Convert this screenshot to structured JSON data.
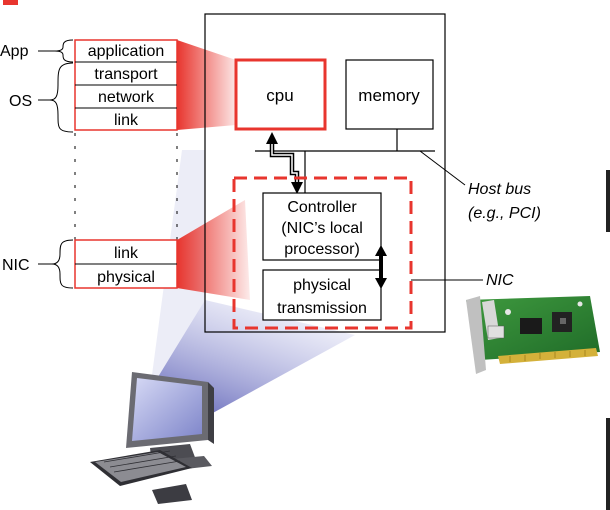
{
  "layers": {
    "app_group": "App",
    "os_group": "OS",
    "nic_group": "NIC",
    "application": "application",
    "transport": "transport",
    "network": "network",
    "link": "link",
    "nic_link": "link",
    "physical": "physical"
  },
  "host": {
    "cpu": "cpu",
    "memory": "memory",
    "bus_line1": "Host bus",
    "bus_line2": "(e.g., PCI)"
  },
  "nic": {
    "controller_line1": "Controller",
    "controller_line2": "(NIC’s local",
    "controller_line3": "processor)",
    "physical_line1": "physical",
    "physical_line2": "transmission",
    "label": "NIC"
  },
  "colors": {
    "accent_red": "#e8352e",
    "beam_blue": "#3a3fa8"
  }
}
